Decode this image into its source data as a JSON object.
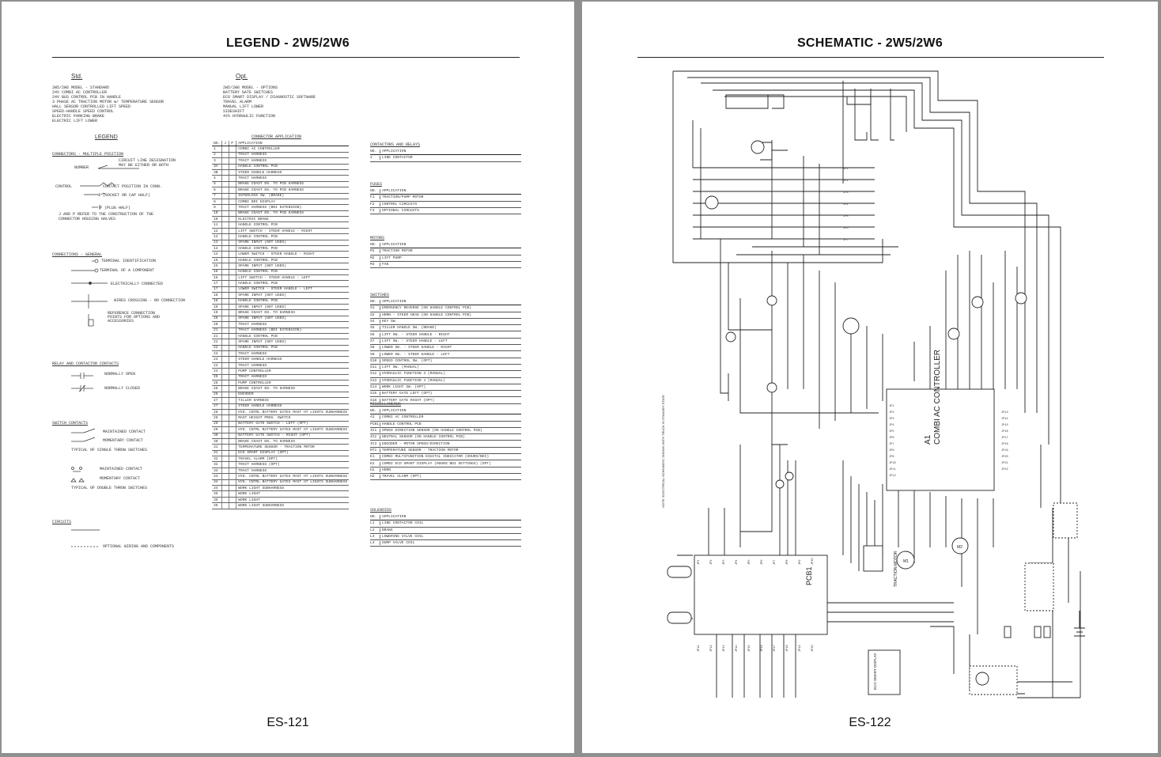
{
  "left_page": {
    "title": "LEGEND - 2W5/2W6",
    "page_number": "ES-121",
    "std": {
      "heading": "Std.",
      "lines": [
        "2W5/2W6 MODEL - STANDARD",
        "24V COMBI AC CONTROLLER",
        "24V BUS CONTROL PCB IN HANDLE",
        "3 PHASE AC TRACTION MOTOR w/ TEMPERATURE SENSOR",
        "HALL SENSOR CONTROLLED LIFT SPEED",
        "SPEED-HANDLE SPEED CONTROL",
        "ELECTRIC PARKING BRAKE",
        "ELECTRIC LIFT LOWER"
      ]
    },
    "opt": {
      "heading": "Opt.",
      "lines": [
        "2W5/2W6 MODEL - OPTIONS",
        "BATTERY GATE SWITCHES",
        "ECO SMART DISPLAY / DIAGNOSTIC SOFTWARE",
        "TRAVEL ALARM",
        "MANUAL LIFT LOWER",
        "SIDESHIFT",
        "4th HYDRAULIC FUNCTION"
      ]
    },
    "legend": {
      "heading": "LEGEND",
      "sections": [
        {
          "label": "CONNECTORS - MULTIPLE POSITION",
          "texts": [
            "CIRCUIT LINE DESIGNATION",
            "MAY BE EITHER OR BOTH",
            "NUMBER",
            "CONTROL",
            "CONTACT POSITION IN CONN.",
            "J (SOCKET OR CAP HALF)",
            "P (PLUG HALF)",
            "J AND P REFER TO THE CONSTRUCTION OF THE",
            "CONNECTOR HOUSING HALVES"
          ]
        },
        {
          "label": "CONNECTIONS - GENERAL",
          "texts": [
            "TERMINAL IDENTIFICATION",
            "TERMINAL OF A COMPONENT",
            "ELECTRICALLY CONNECTED",
            "WIRES CROSSING - NO CONNECTION",
            "REFERENCE CONNECTION",
            "POINTS FOR OPTIONS AND",
            "ACCESSORIES"
          ]
        },
        {
          "label": "RELAY AND CONTACTOR CONTACTS",
          "texts": [
            "NORMALLY OPEN",
            "NORMALLY CLOSED"
          ]
        },
        {
          "label": "SWITCH CONTACTS",
          "texts": [
            "MAINTAINED CONTACT",
            "MOMENTARY CONTACT",
            "TYPICAL OF SINGLE THROW SWITCHES",
            "MAINTAINED CONTACT",
            "MOMENTARY CONTACT",
            "TYPICAL OF DOUBLE THROW SWITCHES"
          ]
        },
        {
          "label": "CIRCUITS",
          "texts": [
            "OPTIONAL WIRING AND COMPONENTS"
          ]
        }
      ]
    },
    "connector_table": {
      "title": "CONNECTOR APPLICATION",
      "headers": [
        "NO.",
        "J",
        "P",
        "APPLICATION"
      ],
      "rows": [
        [
          "1",
          "COMBI AC CONTROLLER"
        ],
        [
          "2",
          "TRACT HARNESS"
        ],
        [
          "3",
          "TRACT HARNESS"
        ],
        [
          "3A",
          "HANDLE CONTROL PCB"
        ],
        [
          "3B",
          "STEER HANDLE HARNESS"
        ],
        [
          "4",
          "TRACT HARNESS"
        ],
        [
          "5",
          "BRAKE COAST EN. TO PCB HARNESS"
        ],
        [
          "6",
          "BRAKE COAST EN. TO PCB HARNESS"
        ],
        [
          "7",
          "INTERLOCK SW. (BRAKE)"
        ],
        [
          "8",
          "COMBI BDI DISPLAY"
        ],
        [
          "9",
          "TRACT HARNESS (BDI EXTENSION)"
        ],
        [
          "10",
          "BRAKE COAST EN. TO PCB HARNESS"
        ],
        [
          "10",
          "ELECTRIC BRAKE"
        ],
        [
          "11",
          "HANDLE CONTROL PCB"
        ],
        [
          "12",
          "LIFT SWITCH - STEER HANDLE - RIGHT"
        ],
        [
          "13",
          "HANDLE CONTROL PCB"
        ],
        [
          "13",
          "SPARE INPUT (NOT USED)"
        ],
        [
          "14",
          "HANDLE CONTROL PCB"
        ],
        [
          "14",
          "LOWER SWITCH - STEER HANDLE - RIGHT"
        ],
        [
          "15",
          "HANDLE CONTROL PCB"
        ],
        [
          "15",
          "SPARE INPUT (NOT USED)"
        ],
        [
          "16",
          "HANDLE CONTROL PCB"
        ],
        [
          "16",
          "LIFT SWITCH - STEER HANDLE - LEFT"
        ],
        [
          "17",
          "HANDLE CONTROL PCB"
        ],
        [
          "17",
          "LOWER SWITCH - STEER HANDLE - LEFT"
        ],
        [
          "18",
          "SPARE INPUT (NOT USED)"
        ],
        [
          "18",
          "HANDLE CONTROL PCB"
        ],
        [
          "19",
          "SPARE INPUT (NOT USED)"
        ],
        [
          "19",
          "BRAKE COAST EN. TO HARNESS"
        ],
        [
          "20",
          "SPARE INPUT (NOT USED)"
        ],
        [
          "20",
          "TRACT HARNESS"
        ],
        [
          "21",
          "TRACT HARNESS (BDI EXTENSION)"
        ],
        [
          "21",
          "HANDLE CONTROL PCB"
        ],
        [
          "22",
          "SPARE INPUT (NOT USED)"
        ],
        [
          "22",
          "HANDLE CONTROL PCB"
        ],
        [
          "23",
          "TRACT HARNESS"
        ],
        [
          "23",
          "STEER HANDLE HARNESS"
        ],
        [
          "24",
          "TRACT HARNESS"
        ],
        [
          "24",
          "PUMP CONTROLLER"
        ],
        [
          "25",
          "TRACT HARNESS"
        ],
        [
          "25",
          "PUMP CONTROLLER"
        ],
        [
          "26",
          "BRAKE COAST EN. TO HARNESS"
        ],
        [
          "26",
          "ENCODER"
        ],
        [
          "27",
          "TILLER HARNESS"
        ],
        [
          "27",
          "STEER HANDLE HARNESS"
        ],
        [
          "28",
          "HYD. CNTRL BATTERY GATES MAST HT LIGHTS SUBHARNESS"
        ],
        [
          "28",
          "MAST HEIGHT PROX. SWITCH"
        ],
        [
          "29",
          "BATTERY GATE SWITCH - LEFT (OPT)"
        ],
        [
          "29",
          "HYD. CNTRL BATTERY GATES MAST HT LIGHTS SUBHARNESS"
        ],
        [
          "30",
          "BATTERY GATE SWITCH - RIGHT (OPT)"
        ],
        [
          "30",
          "BRAKE COAST EN. TO HARNESS"
        ],
        [
          "31",
          "TEMPERATURE SENSOR - TRACTION MOTOR"
        ],
        [
          "31",
          "ECO SMART DISPLAY (OPT)"
        ],
        [
          "32",
          "TRAVEL ALARM (OPT)"
        ],
        [
          "32",
          "TRACT HARNESS (OPT)"
        ],
        [
          "33",
          "TRACT HARNESS"
        ],
        [
          "33",
          "HYD. CNTRL BATTERY GATES MAST HT LIGHTS SUBHARNESS"
        ],
        [
          "34",
          "HYD. CNTRL BATTERY GATES MAST HT LIGHTS SUBHARNESS"
        ],
        [
          "34",
          "WORK LIGHT SUBHARNESS"
        ],
        [
          "35",
          "WORK LIGHT"
        ],
        [
          "35",
          "WORK LIGHT"
        ],
        [
          "36",
          "WORK LIGHT SUBHARNESS"
        ]
      ]
    },
    "app_groups": [
      {
        "title": "CONTACTORS AND RELAYS",
        "headers": [
          "NO.",
          "APPLICATION"
        ],
        "rows": [
          [
            "1",
            "LINE CONTACTOR"
          ]
        ]
      },
      {
        "title": "FUSES",
        "headers": [
          "NO.",
          "APPLICATION"
        ],
        "rows": [
          [
            "F1",
            "TRACTION/PUMP MOTOR"
          ],
          [
            "F2",
            "CONTROL CIRCUITS"
          ],
          [
            "F3",
            "OPTIONAL CIRCUITS"
          ]
        ]
      },
      {
        "title": "MOTORS",
        "headers": [
          "NO.",
          "APPLICATION"
        ],
        "rows": [
          [
            "M1",
            "TRACTION MOTOR"
          ],
          [
            "M2",
            "LIFT PUMP"
          ],
          [
            "M3",
            "FAN"
          ]
        ]
      },
      {
        "title": "SWITCHES",
        "headers": [
          "NO.",
          "APPLICATION"
        ],
        "rows": [
          [
            "S1",
            "EMERGENCY REVERSE (ON HANDLE CONTROL PCB)"
          ],
          [
            "S2",
            "HORN - STEER HEAD (ON HANDLE CONTROL PCB)"
          ],
          [
            "S4",
            "KEY SW."
          ],
          [
            "S5",
            "TILLER HANDLE SW. (BRAKE)"
          ],
          [
            "S6",
            "LIFT SW. - STEER HANDLE - RIGHT"
          ],
          [
            "S7",
            "LIFT SW. - STEER HANDLE - LEFT"
          ],
          [
            "S8",
            "LOWER SW. - STEER HANDLE - RIGHT"
          ],
          [
            "S9",
            "LOWER SW. - STEER HANDLE - LEFT"
          ],
          [
            "S10",
            "SPEED CONTROL SW. (OPT)"
          ],
          [
            "S11",
            "LIFT SW. (MANUAL)"
          ],
          [
            "S12",
            "HYDRAULIC FUNCTION 3 (MANUAL)"
          ],
          [
            "S13",
            "HYDRAULIC FUNCTION 4 (MANUAL)"
          ],
          [
            "S14",
            "WORK LIGHT SW. (OPT)"
          ],
          [
            "S15",
            "BATTERY GATE LEFT (OPT)"
          ],
          [
            "S16",
            "BATTERY GATE RIGHT (OPT)"
          ]
        ]
      },
      {
        "title": "MISCELLANEOUS",
        "headers": [
          "NO.",
          "APPLICATION"
        ],
        "rows": [
          [
            "A1",
            "COMBI AC CONTROLLER"
          ],
          [
            "PCB1",
            "HANDLE CONTROL PCB"
          ],
          [
            "IC1",
            "SPEED DIRECTION SENSOR (ON HANDLE CONTROL PCB)"
          ],
          [
            "IC2",
            "NEUTRAL SENSOR (ON HANDLE CONTROL PCB)"
          ],
          [
            "IC3",
            "ENCODER - MOTOR SPEED/DIRECTION"
          ],
          [
            "RT1",
            "TEMPERATURE SENSOR - TRACTION MOTOR"
          ],
          [
            "E1",
            "COMBI MULTIFUNCTION DIGITAL INDICATOR (HOURS/BDI)"
          ],
          [
            "E2",
            "COMBI ECO SMART DISPLAY (HOURS BDI SETTINGS) (OPT)"
          ],
          [
            "H1",
            "HORN"
          ],
          [
            "H2",
            "TRAVEL ALARM (OPT)"
          ]
        ]
      },
      {
        "title": "SOLENOIDS",
        "headers": [
          "NO.",
          "APPLICATION"
        ],
        "rows": [
          [
            "L1",
            "LINE CONTACTOR COIL"
          ],
          [
            "L2",
            "BRAKE"
          ],
          [
            "L3",
            "LOWERING VALVE COIL"
          ],
          [
            "L4",
            "DUMP VALVE COIL"
          ]
        ]
      }
    ]
  },
  "right_page": {
    "title": "SCHEMATIC - 2W5/2W6",
    "page_number": "ES-122",
    "labels": {
      "controller": "COMBI AC CONTROLLER",
      "controller_id": "A1",
      "pcb": "PCB1",
      "traction_motor": "TRACTION MOTOR",
      "motor_m1": "M1",
      "motor_m2": "M2",
      "display": "ECO SMART DISPLAY",
      "note": "NOTE: ELECTRICAL SCHEMATIC SHOWN WITH TRUCK IN STANDBY STATE",
      "connector_prefix": "JP"
    }
  }
}
